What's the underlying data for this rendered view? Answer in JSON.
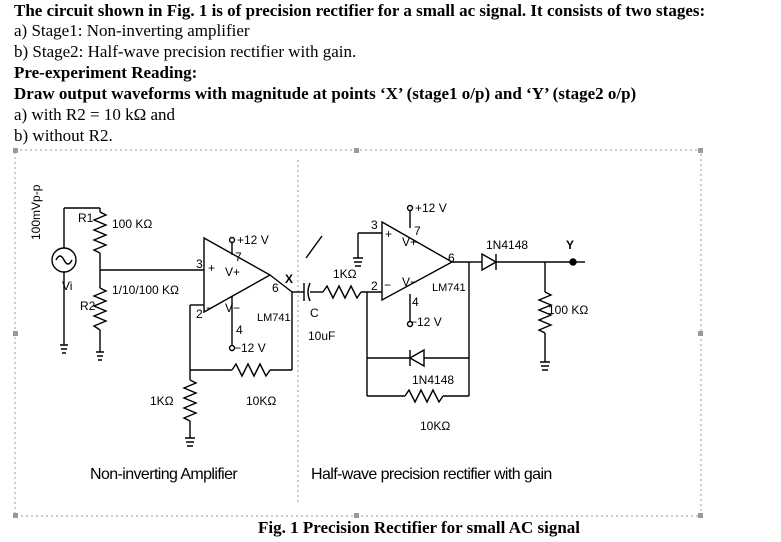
{
  "header": {
    "line1": "The circuit shown in Fig. 1 is of precision rectifier for a small ac signal. It consists of two stages:",
    "line2": "a) Stage1: Non-inverting amplifier",
    "line3": "b) Stage2: Half-wave precision rectifier with gain.",
    "line4": "Pre-experiment Reading:",
    "line5": "Draw output waveforms with magnitude at points ‘X’ (stage1 o/p) and ‘Y’ (stage2 o/p)",
    "line6": "a) with R2 = 10 kΩ  and",
    "line7": "b) without R2."
  },
  "circuit": {
    "input_amplitude": "100mVp-p",
    "vi": "Vi",
    "r1_name": "R1",
    "r1_value": "100 KΩ",
    "r2_name": "R2",
    "r2_value": "1/10/100 KΩ",
    "opamp1_name": "LM741",
    "opamp2_name": "LM741",
    "vplus": "+12 V",
    "vminus": "−12 V",
    "vplus2": "+12 V",
    "vminus2": "−12 V",
    "pin3": "3",
    "pin2": "2",
    "pin7": "7",
    "pin6": "6",
    "pin4": "4",
    "pin3b": "3",
    "pin2b": "2",
    "pin7b": "7",
    "pin6b": "6",
    "pin4b": "4",
    "plus_label": "+",
    "minus_label": "−",
    "plus_label2": "+",
    "minus_label2": "−",
    "vp_label": "V+",
    "vm_label": "V−",
    "vp_label2": "V+",
    "vm_label2": "V−",
    "node_x": "X",
    "node_y": "Y",
    "r_gnd_value": "1KΩ",
    "r_fb_value": "10KΩ",
    "cap_name": "C",
    "cap_value": "10uF",
    "r_in2_value": "1KΩ",
    "diode1": "1N4148",
    "diode2": "1N4148",
    "r_load": "100 KΩ",
    "r_fb2_value": "10KΩ",
    "stage1_label": "Non-inverting Amplifier",
    "stage2_label": "Half-wave precision rectifier with gain"
  },
  "caption": "Fig. 1 Precision Rectifier for small AC signal"
}
